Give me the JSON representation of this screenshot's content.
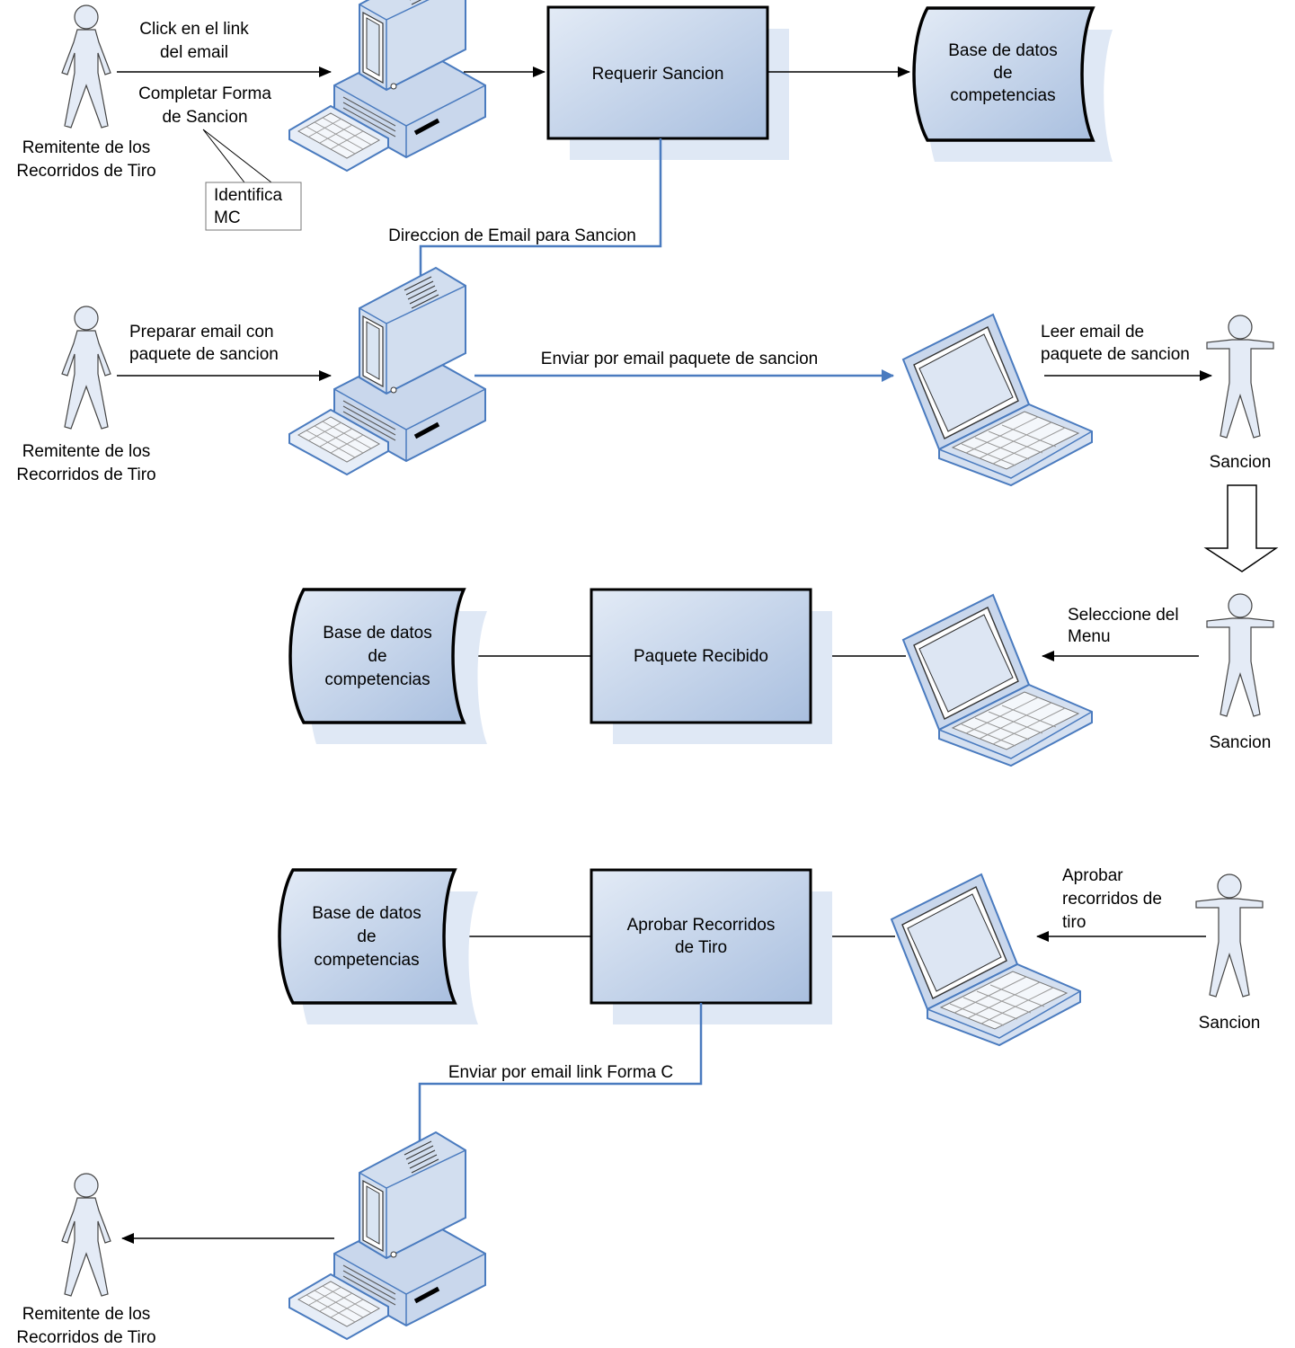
{
  "colors": {
    "fill": "#c7d6ec",
    "fill_light": "#dde6f3",
    "shadow": "#dfe8f5",
    "blue_line": "#4a7bbf",
    "stroke": "#000000"
  },
  "actors": {
    "a1": [
      "Remitente de los",
      "Recorridos de Tiro"
    ],
    "a2": [
      "Remitente de los",
      "Recorridos de Tiro"
    ],
    "a3": "Sancion",
    "a4": "Sancion",
    "a5": "Sancion",
    "a6": [
      "Remitente de los",
      "Recorridos de Tiro"
    ]
  },
  "processes": {
    "p1": "Requerir Sancion",
    "p2": "Paquete Recibido",
    "p3": [
      "Aprobar Recorridos",
      "de Tiro"
    ]
  },
  "databases": {
    "d1": [
      "Base de datos",
      "de",
      "competencias"
    ],
    "d2": [
      "Base de datos",
      "de",
      "competencias"
    ],
    "d3": [
      "Base de datos",
      "de",
      "competencias"
    ]
  },
  "labels": {
    "click_link": [
      "Click en el link",
      "del email"
    ],
    "completar_forma": [
      "Completar Forma",
      "de Sancion"
    ],
    "callout": [
      "Identifica",
      "MC"
    ],
    "direccion_email": "Direccion de Email para Sancion",
    "preparar_email": [
      "Preparar email con",
      "paquete de sancion"
    ],
    "enviar_paquete": "Enviar por email paquete de sancion",
    "leer_email": [
      "Leer email de",
      "paquete de sancion"
    ],
    "seleccione_menu": [
      "Seleccione del",
      "Menu"
    ],
    "aprobar_recorridos": [
      "Aprobar",
      "recorridos de",
      "tiro"
    ],
    "enviar_forma_c": "Enviar por email link Forma C"
  }
}
